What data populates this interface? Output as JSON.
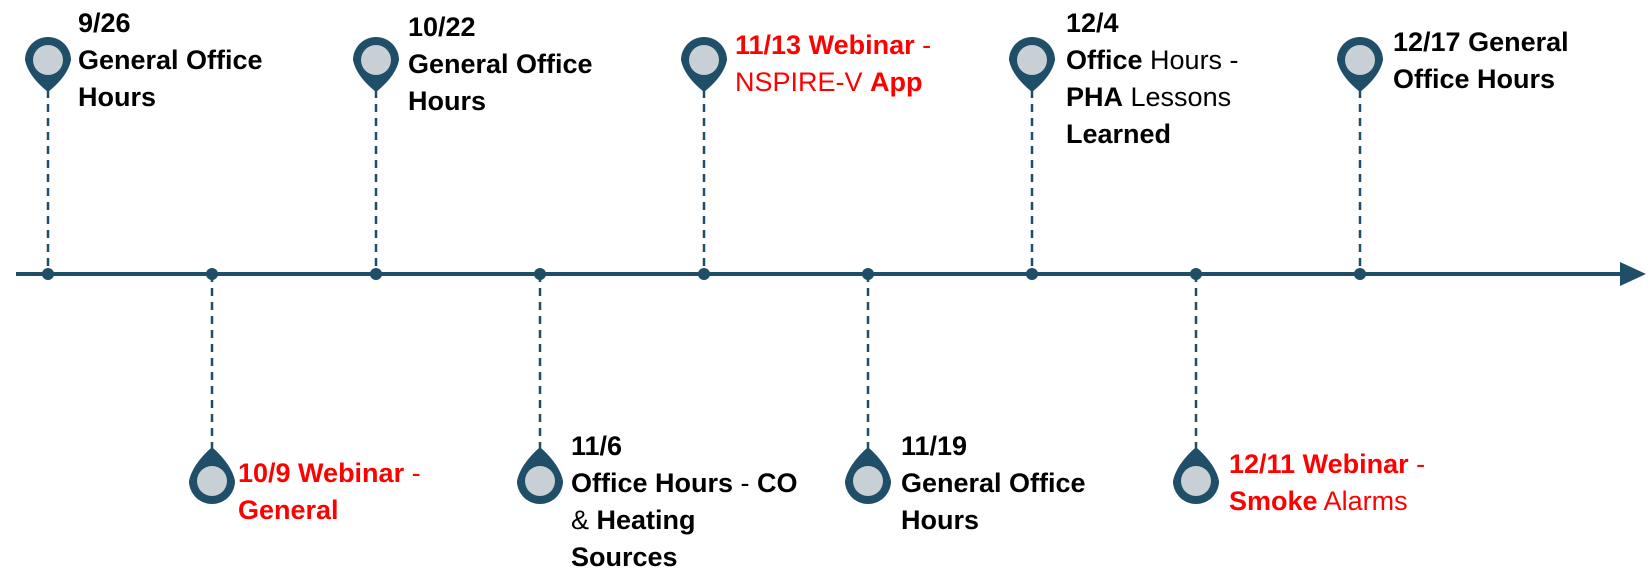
{
  "colors": {
    "line": "#1f4e68",
    "pin_fill": "#c8d0d5",
    "text": "#000000",
    "highlight": "#ff0000"
  },
  "icons": {
    "pin": "map-pin-icon",
    "arrow": "arrow-right-icon"
  },
  "events": [
    {
      "side": "top",
      "lines": [
        [
          {
            "text": "9/26",
            "bold": true
          }
        ],
        [
          {
            "text": "General Office",
            "bold": true
          }
        ],
        [
          {
            "text": "Hours",
            "bold": true
          }
        ]
      ]
    },
    {
      "side": "bottom",
      "lines": [
        [
          {
            "text": "10/9 Webinar",
            "bold": true,
            "red": true
          },
          {
            "text": " - ",
            "red": true
          }
        ],
        [
          {
            "text": "General",
            "bold": true,
            "red": true
          }
        ]
      ]
    },
    {
      "side": "top",
      "lines": [
        [
          {
            "text": "10/22",
            "bold": true
          }
        ],
        [
          {
            "text": "General Office",
            "bold": true
          }
        ],
        [
          {
            "text": "Hours",
            "bold": true
          }
        ]
      ]
    },
    {
      "side": "bottom",
      "lines": [
        [
          {
            "text": "11/6",
            "bold": true
          }
        ],
        [
          {
            "text": "Office Hours",
            "bold": true
          },
          {
            "text": " - "
          },
          {
            "text": "CO",
            "bold": true
          }
        ],
        [
          {
            "text": "& "
          },
          {
            "text": "Heating",
            "bold": true
          }
        ],
        [
          {
            "text": "Sources",
            "bold": true
          }
        ]
      ]
    },
    {
      "side": "top",
      "lines": [
        [
          {
            "text": "11/13 Webinar",
            "bold": true,
            "red": true
          },
          {
            "text": " -",
            "red": true
          }
        ],
        [
          {
            "text": "NSPIRE-V ",
            "red": true
          },
          {
            "text": "App",
            "bold": true,
            "red": true
          }
        ]
      ]
    },
    {
      "side": "bottom",
      "lines": [
        [
          {
            "text": "11/19",
            "bold": true
          }
        ],
        [
          {
            "text": "General Office",
            "bold": true
          }
        ],
        [
          {
            "text": "Hours",
            "bold": true
          }
        ]
      ]
    },
    {
      "side": "top",
      "lines": [
        [
          {
            "text": "12/4",
            "bold": true
          }
        ],
        [
          {
            "text": "Office",
            "bold": true
          },
          {
            "text": " Hours -"
          }
        ],
        [
          {
            "text": "PHA",
            "bold": true
          },
          {
            "text": " Lessons"
          }
        ],
        [
          {
            "text": "Learned",
            "bold": true
          }
        ]
      ]
    },
    {
      "side": "bottom",
      "lines": [
        [
          {
            "text": "12/11 Webinar",
            "bold": true,
            "red": true
          },
          {
            "text": " -",
            "red": true
          }
        ],
        [
          {
            "text": "Smoke",
            "bold": true,
            "red": true
          },
          {
            "text": " Alarms",
            "red": true
          }
        ]
      ]
    },
    {
      "side": "top",
      "lines": [
        [
          {
            "text": "12/17 General",
            "bold": true
          }
        ],
        [
          {
            "text": "Office Hours",
            "bold": true
          }
        ]
      ]
    }
  ]
}
